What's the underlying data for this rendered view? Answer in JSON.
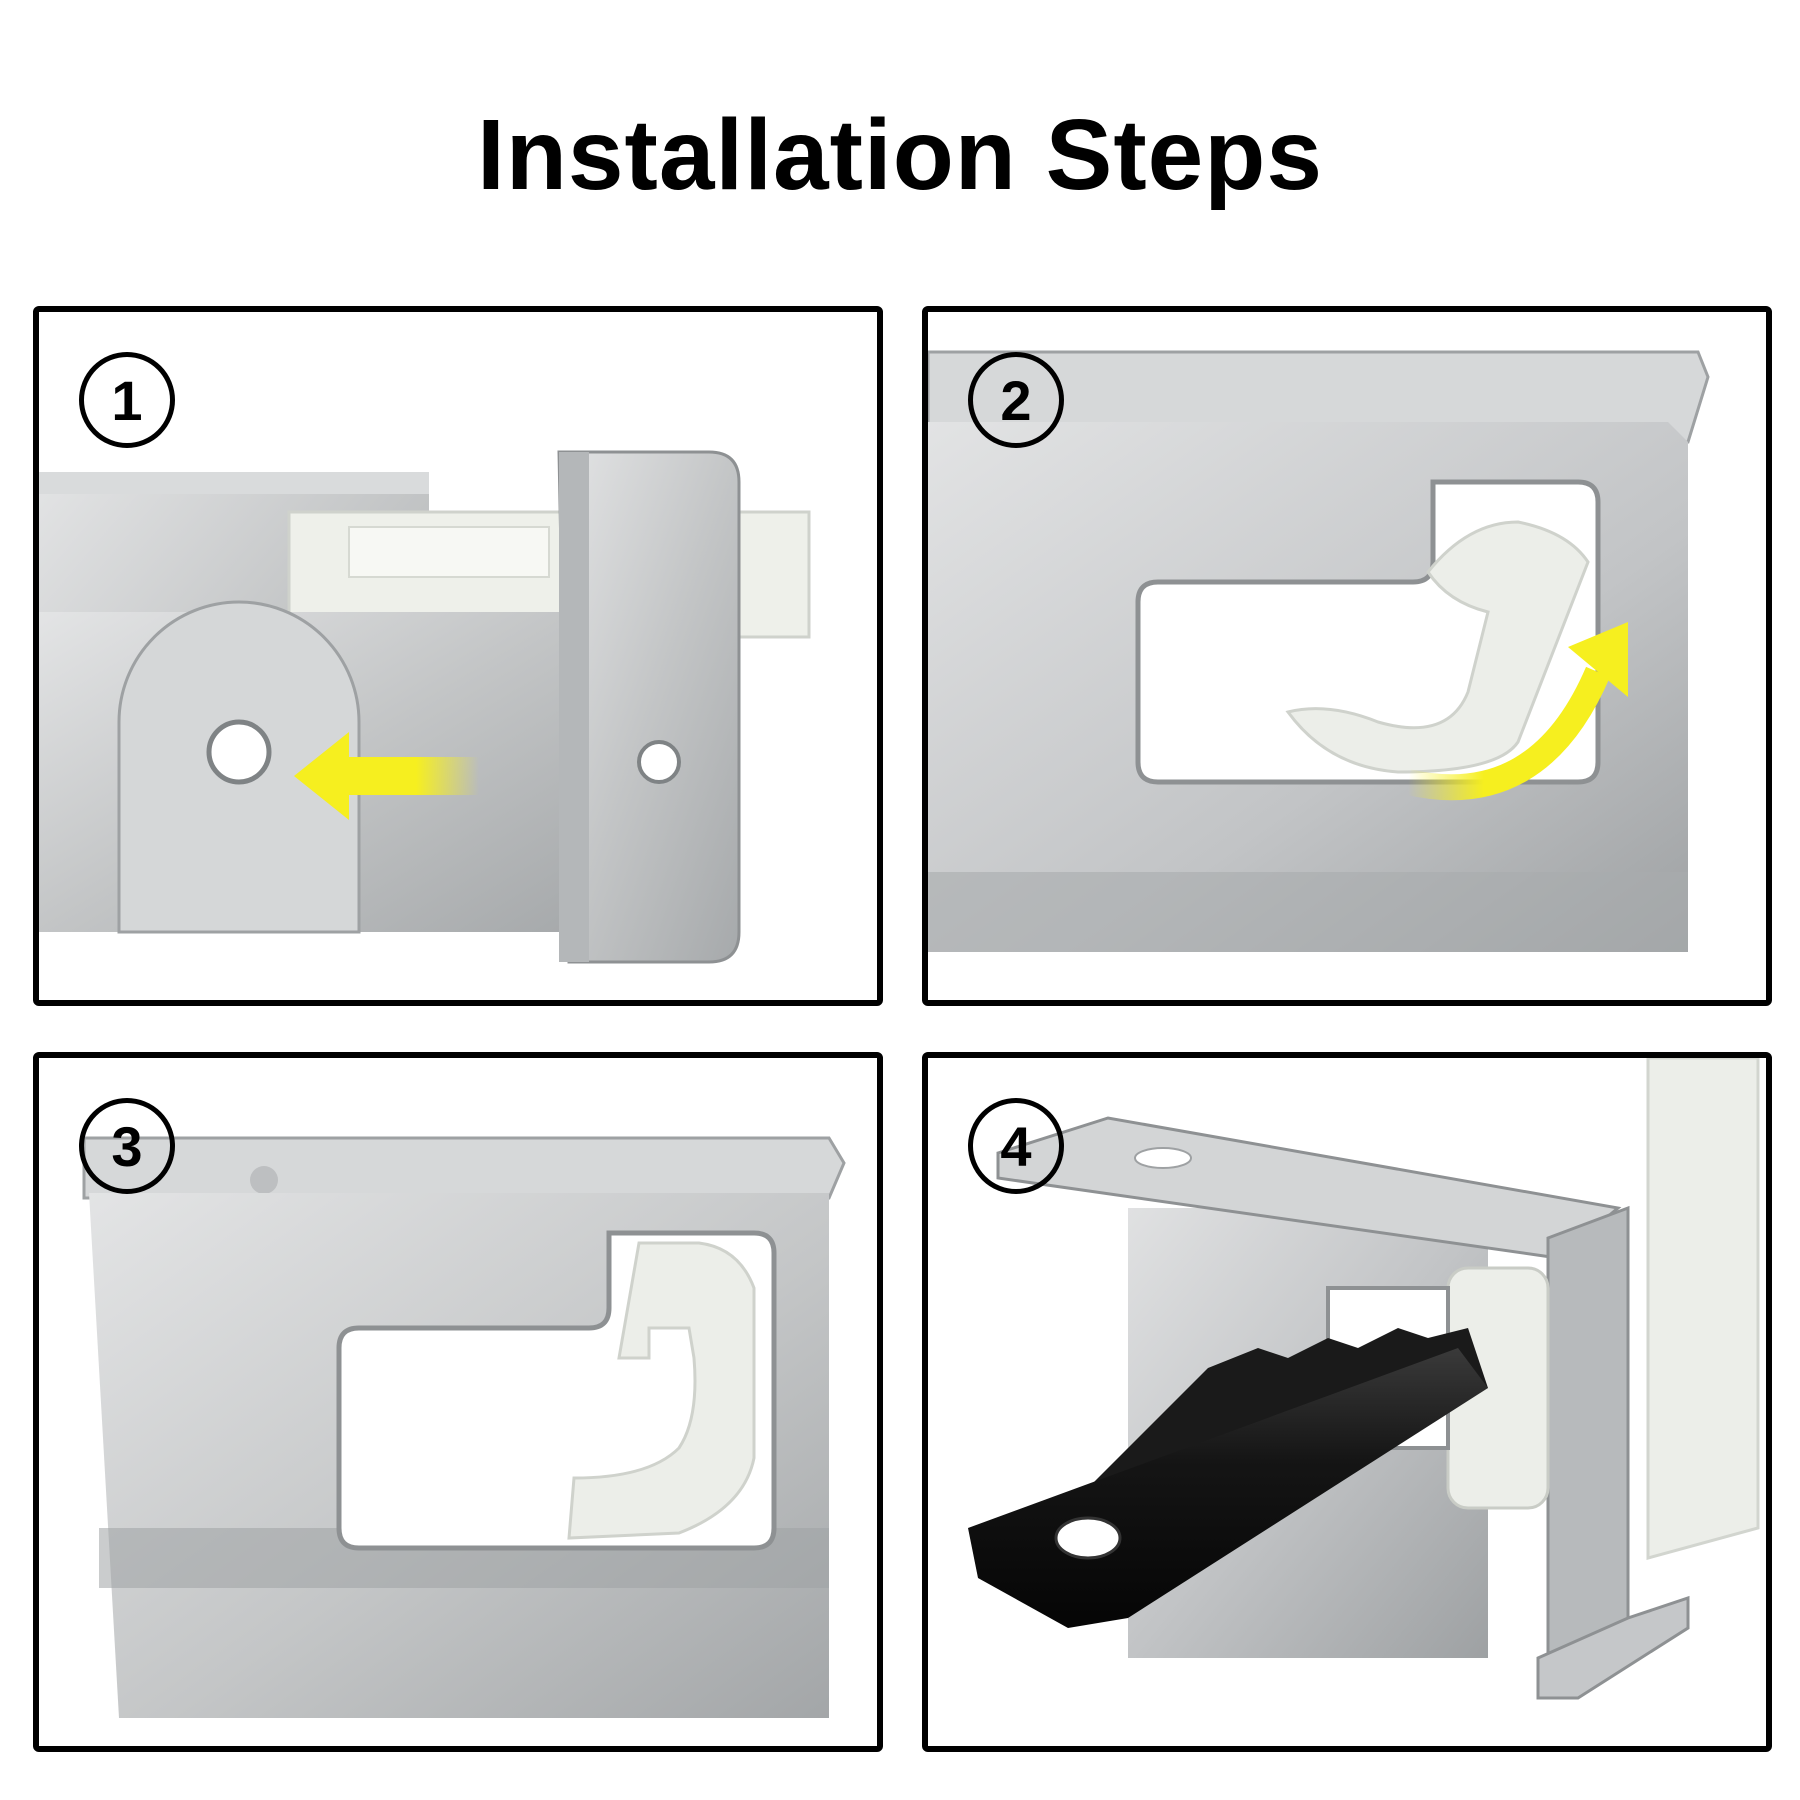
{
  "title": "Installation Steps",
  "colors": {
    "metal": "#c9cbcc",
    "metal_dark": "#8e9193",
    "plastic": "#ecefe8",
    "arrow": "#f6ef1f",
    "rod": "#151515",
    "border": "#000000"
  },
  "steps": [
    {
      "number": "1",
      "icon": "yellow-left-arrow"
    },
    {
      "number": "2",
      "icon": "yellow-curved-up-arrow"
    },
    {
      "number": "3",
      "icon": "white-hook-in-slot"
    },
    {
      "number": "4",
      "icon": "black-rod-inserted"
    }
  ]
}
